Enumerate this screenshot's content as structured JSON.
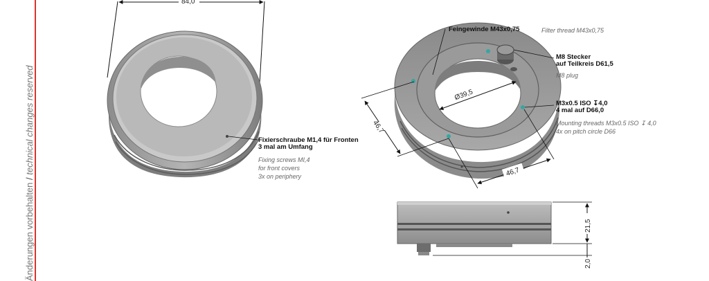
{
  "sidebar": {
    "text_de": "Änderungen vorbehalten",
    "separator": "/",
    "text_en": "technical changes reserved",
    "line_color": "#d9332b"
  },
  "left_view": {
    "dim_diameter": "84,0",
    "fixing_screw_de_1": "Fixierschraube M1,4 für Fronten",
    "fixing_screw_de_2": "3 mal am Umfang",
    "fixing_screw_en_1": "Fixing screws MI,4",
    "fixing_screw_en_2": "for front covers",
    "fixing_screw_en_3": "3x on periphery"
  },
  "right_view": {
    "thread_de": "Feingewinde M43x0,75",
    "thread_en": "Filter thread M43x0,75",
    "plug_de_1": "M8 Stecker",
    "plug_de_2": "auf Teilkreis D61,5",
    "plug_en": "M8 plug",
    "mount_de_1": "M3x0.5 ISO ↧4,0",
    "mount_de_2": "4 mal auf D66,0",
    "mount_en_1": "Mounting threads M3x0.5 ISO ↧ 4,0",
    "mount_en_2": "4x on pitch circle D66",
    "dim_inner": "Ø39,5",
    "dim_depth": "46,7",
    "dim_width": "46,7"
  },
  "side_view": {
    "dim_height": "21,5",
    "dim_plug": "2,0"
  },
  "colors": {
    "ring_body": "#a3a3a3",
    "ring_dark": "#6f6f6f",
    "ring_light": "#cfcfcf",
    "screw_hole": "#34a7a1"
  }
}
